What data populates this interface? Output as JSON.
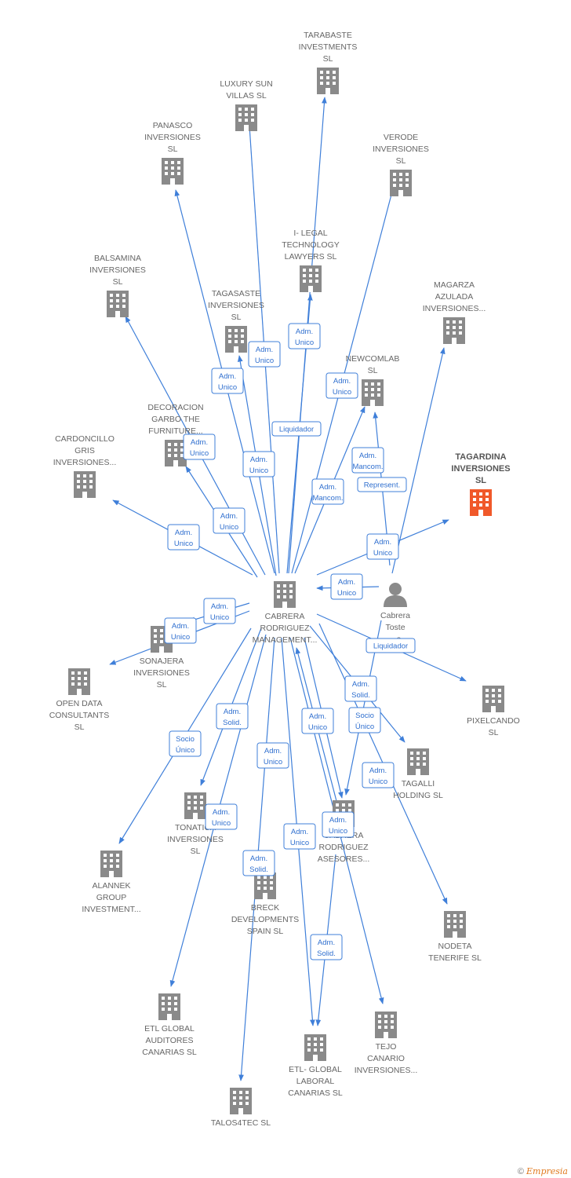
{
  "colors": {
    "edge": "#3f7fd9",
    "node": "#8a8a8a",
    "highlight": "#f0592a",
    "person": "#8a8a8a"
  },
  "nodes": [
    {
      "id": "tarabaste",
      "lines": [
        "TARABASTE",
        "INVESTMENTS",
        "SL"
      ],
      "type": "company"
    },
    {
      "id": "luxury",
      "lines": [
        "LUXURY SUN",
        "VILLAS  SL"
      ],
      "type": "company"
    },
    {
      "id": "panasco",
      "lines": [
        "PANASCO",
        "INVERSIONES",
        "SL"
      ],
      "type": "company"
    },
    {
      "id": "verode",
      "lines": [
        "VERODE",
        "INVERSIONES",
        "SL"
      ],
      "type": "company"
    },
    {
      "id": "ilegal",
      "lines": [
        "I- LEGAL",
        "TECHNOLOGY",
        "LAWYERS SL"
      ],
      "type": "company"
    },
    {
      "id": "balsamina",
      "lines": [
        "BALSAMINA",
        "INVERSIONES",
        "SL"
      ],
      "type": "company"
    },
    {
      "id": "magarza",
      "lines": [
        "MAGARZA",
        "AZULADA",
        "INVERSIONES..."
      ],
      "type": "company"
    },
    {
      "id": "tagasaste",
      "lines": [
        "TAGASASTE",
        "INVERSIONES",
        "SL"
      ],
      "type": "company"
    },
    {
      "id": "newcomlab",
      "lines": [
        "NEWCOMLAB",
        "SL"
      ],
      "type": "company"
    },
    {
      "id": "decoracion",
      "lines": [
        "DECORACION",
        "GARBO THE",
        "FURNITURE..."
      ],
      "type": "company"
    },
    {
      "id": "cardoncillo",
      "lines": [
        "CARDONCILLO",
        "GRIS",
        "INVERSIONES..."
      ],
      "type": "company"
    },
    {
      "id": "tagardina",
      "lines": [
        "TAGARDINA",
        "INVERSIONES",
        "SL"
      ],
      "type": "company",
      "highlight": true
    },
    {
      "id": "cabrera_rm",
      "lines": [
        "CABRERA",
        "RODRIGUEZ",
        "MANAGEMENT..."
      ],
      "type": "company"
    },
    {
      "id": "person",
      "lines": [
        "Cabrera",
        "Toste",
        "...o"
      ],
      "type": "person"
    },
    {
      "id": "sonajera",
      "lines": [
        "SONAJERA",
        "INVERSIONES",
        "SL"
      ],
      "type": "company"
    },
    {
      "id": "opendata",
      "lines": [
        "OPEN DATA",
        "CONSULTANTS",
        "SL"
      ],
      "type": "company"
    },
    {
      "id": "pixelcando",
      "lines": [
        "PIXELCANDO",
        "SL"
      ],
      "type": "company"
    },
    {
      "id": "tagalli",
      "lines": [
        "TAGALLI",
        "HOLDING  SL"
      ],
      "type": "company"
    },
    {
      "id": "tonatica",
      "lines": [
        "TONATICA",
        "INVERSIONES",
        "SL"
      ],
      "type": "company"
    },
    {
      "id": "cabrera_ra",
      "lines": [
        "CABRERA",
        "RODRIGUEZ",
        "ASESORES..."
      ],
      "type": "company"
    },
    {
      "id": "alannek",
      "lines": [
        "ALANNEK",
        "GROUP",
        "INVESTMENT..."
      ],
      "type": "company"
    },
    {
      "id": "breck",
      "lines": [
        "BRECK",
        "DEVELOPMENTS",
        "SPAIN  SL"
      ],
      "type": "company"
    },
    {
      "id": "nodeta",
      "lines": [
        "NODETA",
        "TENERIFE  SL"
      ],
      "type": "company"
    },
    {
      "id": "etl_aud",
      "lines": [
        "ETL GLOBAL",
        "AUDITORES",
        "CANARIAS  SL"
      ],
      "type": "company"
    },
    {
      "id": "tejo",
      "lines": [
        "TEJO",
        "CANARIO",
        "INVERSIONES..."
      ],
      "type": "company"
    },
    {
      "id": "etl_lab",
      "lines": [
        "ETL- GLOBAL",
        "LABORAL",
        "CANARIAS  SL"
      ],
      "type": "company"
    },
    {
      "id": "talos",
      "lines": [
        "TALOS4TEC  SL"
      ],
      "type": "company"
    }
  ],
  "edges": [
    {
      "from": "cabrera_rm",
      "to": "tarabaste"
    },
    {
      "from": "cabrera_rm",
      "to": "luxury"
    },
    {
      "from": "cabrera_rm",
      "to": "panasco"
    },
    {
      "from": "cabrera_rm",
      "to": "verode"
    },
    {
      "from": "cabrera_rm",
      "to": "ilegal"
    },
    {
      "from": "cabrera_rm",
      "to": "balsamina"
    },
    {
      "from": "cabrera_rm",
      "to": "tagasaste"
    },
    {
      "from": "cabrera_rm",
      "to": "newcomlab"
    },
    {
      "from": "cabrera_rm",
      "to": "decoracion"
    },
    {
      "from": "cabrera_rm",
      "to": "cardoncillo"
    },
    {
      "from": "cabrera_rm",
      "to": "tagardina"
    },
    {
      "from": "cabrera_rm",
      "to": "sonajera"
    },
    {
      "from": "cabrera_rm",
      "to": "opendata"
    },
    {
      "from": "cabrera_rm",
      "to": "pixelcando"
    },
    {
      "from": "cabrera_rm",
      "to": "tagalli"
    },
    {
      "from": "cabrera_rm",
      "to": "nodeta"
    },
    {
      "from": "cabrera_rm",
      "to": "tonatica"
    },
    {
      "from": "cabrera_rm",
      "to": "alannek"
    },
    {
      "from": "cabrera_rm",
      "to": "etl_aud"
    },
    {
      "from": "cabrera_rm",
      "to": "talos"
    },
    {
      "from": "cabrera_rm",
      "to": "etl_lab"
    },
    {
      "from": "cabrera_rm",
      "to": "tejo"
    },
    {
      "from": "cabrera_rm",
      "to": "cabrera_ra"
    },
    {
      "from": "person",
      "to": "cabrera_rm"
    },
    {
      "from": "person",
      "to": "magarza"
    },
    {
      "from": "person",
      "to": "newcomlab"
    },
    {
      "from": "person",
      "to": "cabrera_ra"
    },
    {
      "from": "cabrera_ra",
      "to": "cabrera_rm"
    },
    {
      "from": "cabrera_ra",
      "to": "etl_lab"
    }
  ],
  "edge_labels": [
    {
      "lines": [
        "Adm.",
        "Unico"
      ]
    },
    {
      "lines": [
        "Adm.",
        "Unico"
      ]
    },
    {
      "lines": [
        "Adm.",
        "Unico"
      ]
    },
    {
      "lines": [
        "Adm.",
        "Unico"
      ]
    },
    {
      "lines": [
        "Adm.",
        "Unico"
      ]
    },
    {
      "lines": [
        "Liquidador"
      ]
    },
    {
      "lines": [
        "Adm.",
        "Unico"
      ]
    },
    {
      "lines": [
        "Adm.",
        "Unico"
      ]
    },
    {
      "lines": [
        "Adm.",
        "Mancom."
      ]
    },
    {
      "lines": [
        "Adm.",
        "Mancom."
      ]
    },
    {
      "lines": [
        "Represent."
      ]
    },
    {
      "lines": [
        "Adm.",
        "Unico"
      ]
    },
    {
      "lines": [
        "Adm.",
        "Unico"
      ]
    },
    {
      "lines": [
        "Adm.",
        "Unico"
      ]
    },
    {
      "lines": [
        "Adm.",
        "Unico"
      ]
    },
    {
      "lines": [
        "Adm.",
        "Unico"
      ]
    },
    {
      "lines": [
        "Liquidador"
      ]
    },
    {
      "lines": [
        "Adm.",
        "Solid."
      ]
    },
    {
      "lines": [
        "Adm.",
        "Solid."
      ]
    },
    {
      "lines": [
        "Adm.",
        "Unico"
      ]
    },
    {
      "lines": [
        "Socio",
        "Único"
      ]
    },
    {
      "lines": [
        "Socio",
        "Único"
      ]
    },
    {
      "lines": [
        "Adm.",
        "Unico"
      ]
    },
    {
      "lines": [
        "Adm.",
        "Unico"
      ]
    },
    {
      "lines": [
        "Adm.",
        "Unico"
      ]
    },
    {
      "lines": [
        "Adm.",
        "Solid."
      ]
    },
    {
      "lines": [
        "Adm.",
        "Unico"
      ]
    },
    {
      "lines": [
        "Adm.",
        "Unico"
      ]
    },
    {
      "lines": [
        "Adm.",
        "Solid."
      ]
    },
    {
      "lines": [
        "Socio",
        "Único"
      ]
    }
  ],
  "footer": {
    "copyright": "©",
    "brand": "Empresia"
  }
}
